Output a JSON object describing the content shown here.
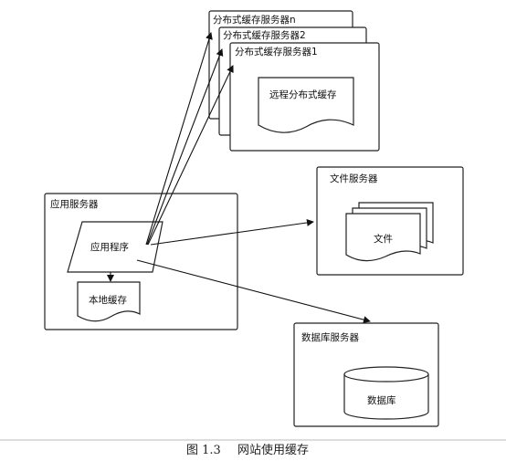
{
  "app_server": {
    "title": "应用服务器",
    "program": "应用程序",
    "local_cache": "本地缓存"
  },
  "cache_servers": {
    "labels": [
      "分布式缓存服务器n",
      "分布式缓存服务器2",
      "分布式缓存服务器1"
    ],
    "remote_cache": "远程分布式缓存"
  },
  "file_server": {
    "title": "文件服务器",
    "file": "文件"
  },
  "db_server": {
    "title": "数据库服务器",
    "db": "数据库"
  },
  "caption": {
    "figure_no": "图 1.3",
    "text": "网站使用缓存"
  }
}
